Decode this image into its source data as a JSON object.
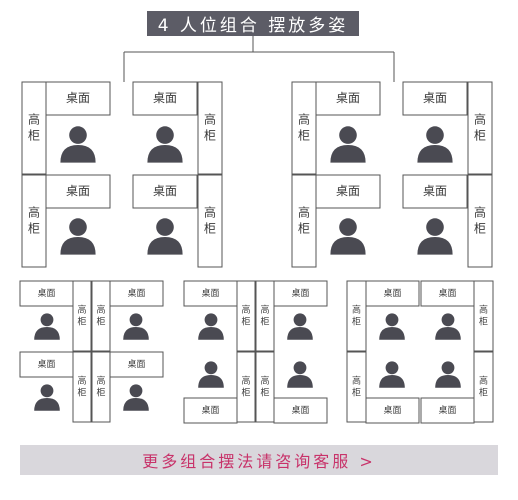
{
  "title": "4 人位组合 摆放多姿",
  "labels": {
    "desk": "桌面",
    "cabinet_top": "高",
    "cabinet_bottom": "柜"
  },
  "footer": {
    "text": "更多组合摆法请咨询客服 >"
  },
  "colors": {
    "title_bg": "#5c5c66",
    "person": "#4a4a52",
    "line": "#555555",
    "footer_bg": "#d9d7dc",
    "footer_text": "#c8336a"
  }
}
